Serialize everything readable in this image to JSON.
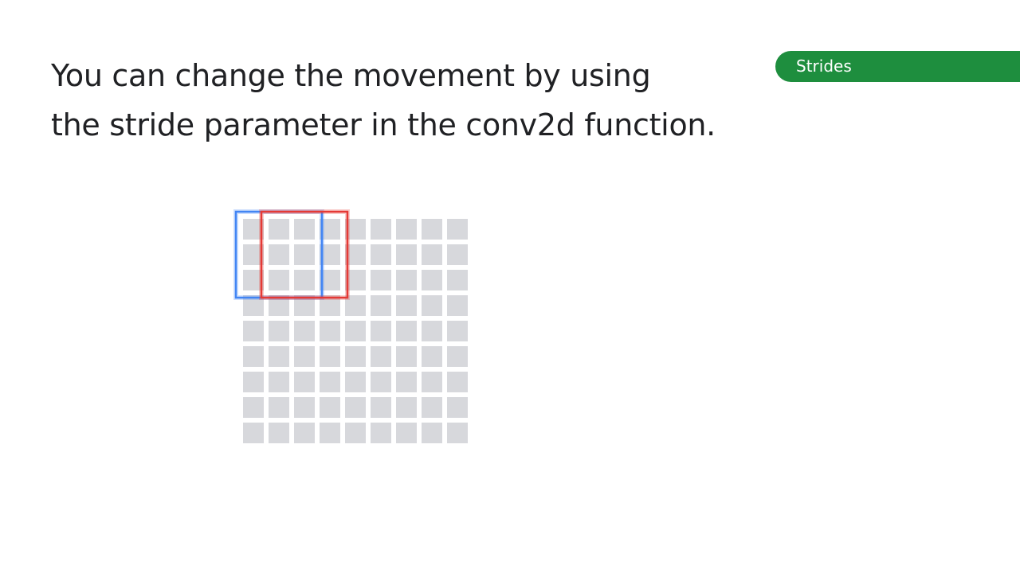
{
  "headline": {
    "line1": "You can change the movement by using",
    "line2": "the stride parameter in the conv2d function."
  },
  "tag": {
    "label": "Strides",
    "color": "#1e8e3e"
  },
  "grid": {
    "rows": 9,
    "cols": 9,
    "cell_color": "#d7d8dc",
    "windows": [
      {
        "name": "previous-window",
        "color": "#4285f4",
        "row": 0,
        "col": 0,
        "size": 3
      },
      {
        "name": "current-window",
        "color": "#e53935",
        "row": 0,
        "col": 1,
        "size": 3
      }
    ]
  }
}
